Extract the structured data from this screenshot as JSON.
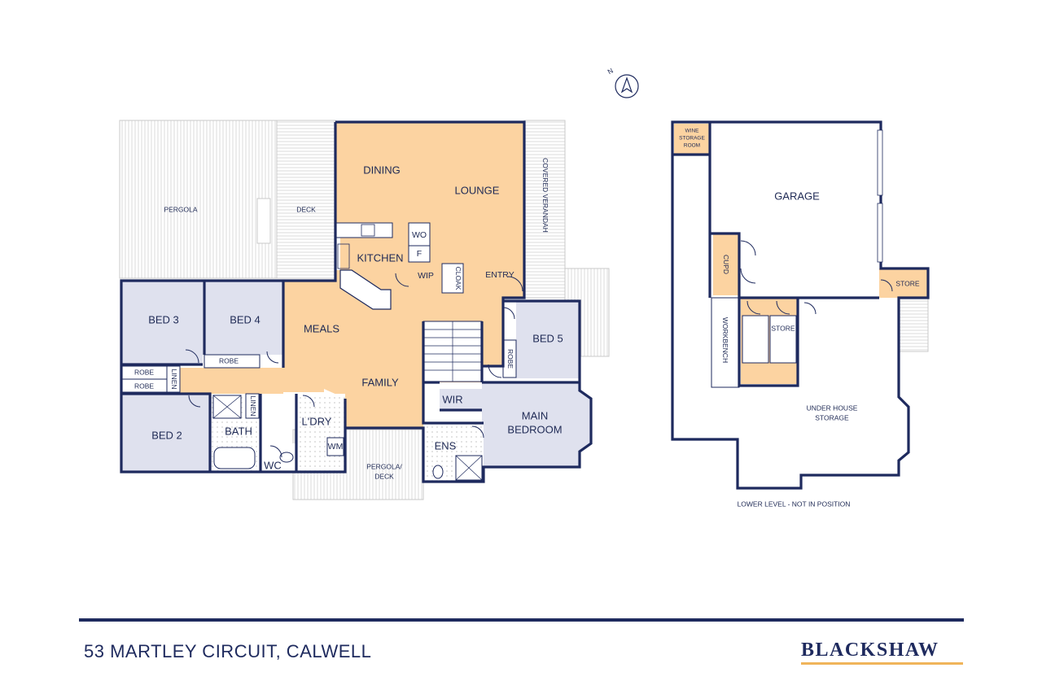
{
  "plan": {
    "address": "53 MARTLEY CIRCUIT, CALWELL",
    "brand": "BLACKSHAW",
    "north_label": "N",
    "lower_level_note": "LOWER LEVEL - NOT IN POSITION",
    "colors": {
      "living": "#fcd3a1",
      "bedrooms": "#dfe1ee",
      "walls": "#1e2a5e",
      "accent": "#f0b45a"
    },
    "rooms": {
      "dining": "DINING",
      "lounge": "LOUNGE",
      "kitchen": "KITCHEN",
      "wo": "WO",
      "f": "F",
      "wip": "WIP",
      "cloak": "CLOAK",
      "entry": "ENTRY",
      "meals": "MEALS",
      "family": "FAMILY",
      "bed3": "BED 3",
      "bed4": "BED 4",
      "bed2": "BED 2",
      "bed5": "BED 5",
      "robe": "ROBE",
      "linen": "LINEN",
      "bath": "BATH",
      "wc": "WC",
      "laundry": "L'DRY",
      "wm": "WM",
      "wir": "WIR",
      "ens": "ENS",
      "main_bedroom_1": "MAIN",
      "main_bedroom_2": "BEDROOM",
      "pergola": "PERGOLA",
      "deck": "DECK",
      "covered_verandah": "COVERED VERANDAH",
      "pergola_deck_1": "PERGOLA/",
      "pergola_deck_2": "DECK"
    },
    "lower": {
      "wine_1": "WINE",
      "wine_2": "STORAGE",
      "wine_3": "ROOM",
      "garage": "GARAGE",
      "cupd": "CUPD",
      "store": "STORE",
      "workbench": "WORKBENCH",
      "under_house_1": "UNDER HOUSE",
      "under_house_2": "STORAGE"
    }
  }
}
